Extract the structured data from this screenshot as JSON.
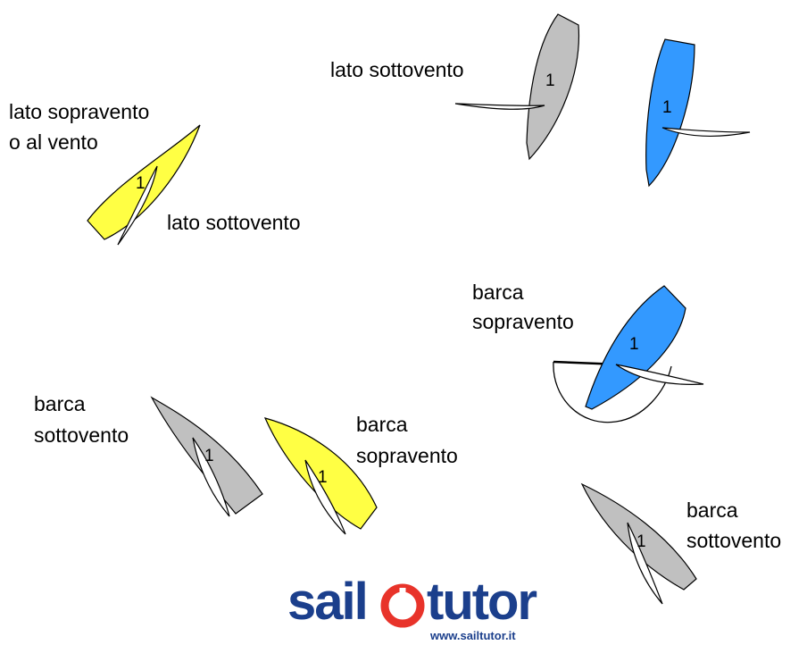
{
  "labels": {
    "lato_sopravento_line1": "lato sopravento",
    "lato_sopravento_line2": "o al vento",
    "lato_sottovento_yellow": "lato sottovento",
    "lato_sottovento_top": "lato sottovento",
    "barca_sopravento_blue_line1": "barca",
    "barca_sopravento_blue_line2": "sopravento",
    "barca_sottovento_left_line1": "barca",
    "barca_sottovento_left_line2": "sottovento",
    "barca_sopravento_yellow_line1": "barca",
    "barca_sopravento_yellow_line2": "sopravento",
    "barca_sottovento_right_line1": "barca",
    "barca_sottovento_right_line2": "sottovento"
  },
  "boat_number": "1",
  "colors": {
    "yellow": "#ffff44",
    "gray": "#c0c0c0",
    "blue": "#3399ff",
    "logo_blue": "#1b3f8c",
    "logo_red": "#e8332a"
  },
  "logo": {
    "word_left": "sail",
    "word_right": "tutor",
    "url": "www.sailtutor.it"
  }
}
